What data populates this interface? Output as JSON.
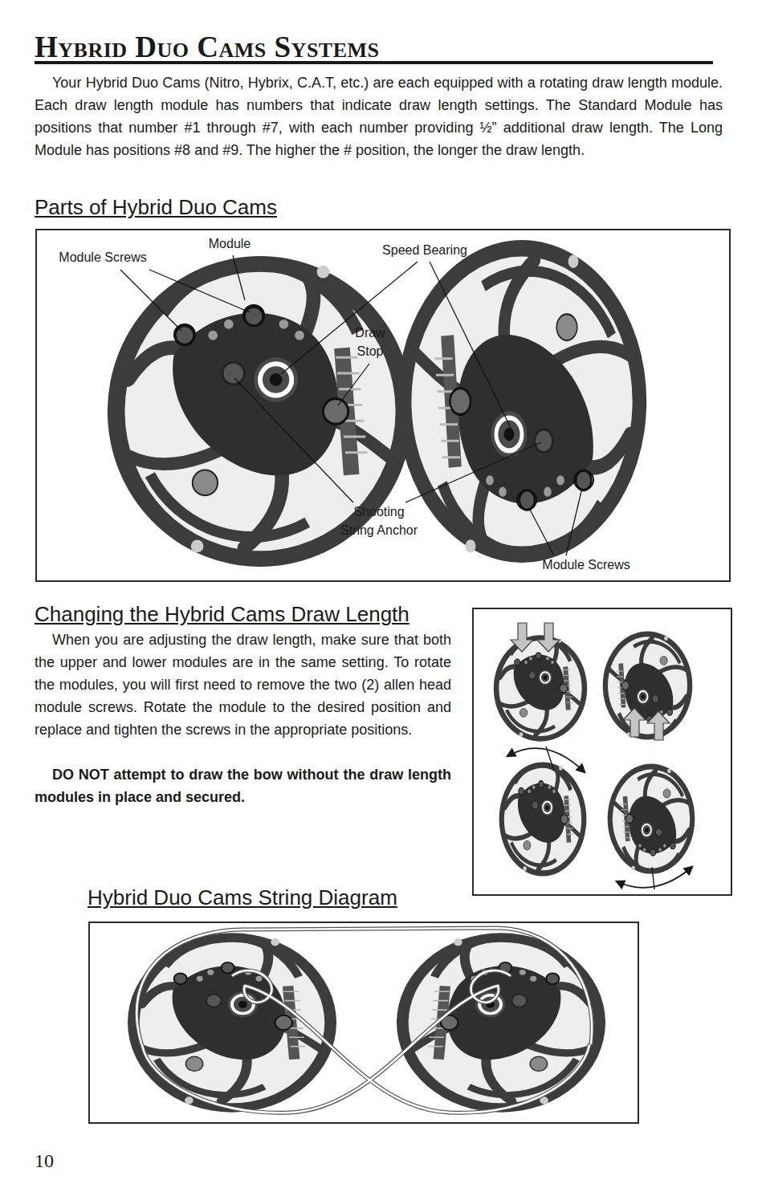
{
  "diagram": {
    "title": "Hybrid Duo Cams Systems",
    "nodes": [
      {
        "text": [
          "Parts of Hybrid Duo Cams"
        ]
      },
      {
        "text": [
          "Hybrid Duo Cams String Diagram"
        ]
      }
    ],
    "labels": [
      "Your Hybrid Duo Cams (Nitro, Hybrix, C.A.T, etc.) are each equipped with a rotating draw length module. Each draw length module has numbers that indicate draw length settings. The Standard Module has positions that number #1 through #7, with each number providing ½” additional draw length. The Long Module has positions #8 and #9. The higher the # position, the longer the draw length.",
      "Module Screws",
      "Module",
      "Speed Bearing",
      "Draw Stop",
      "Shooting String Anchor",
      "Module Screws",
      "Changing the Hybrid Cams Draw Length",
      "When you are adjusting the draw length, make sure that both the upper and lower modules are in the same setting. To rotate the modules, you will first need to remove the two (2) allen head module screws. Rotate the module to the desired position and replace and tighten the screws in the appropriate positions.",
      "DO NOT attempt to draw the bow without the draw length modules in place and secured.",
      "10"
    ]
  }
}
